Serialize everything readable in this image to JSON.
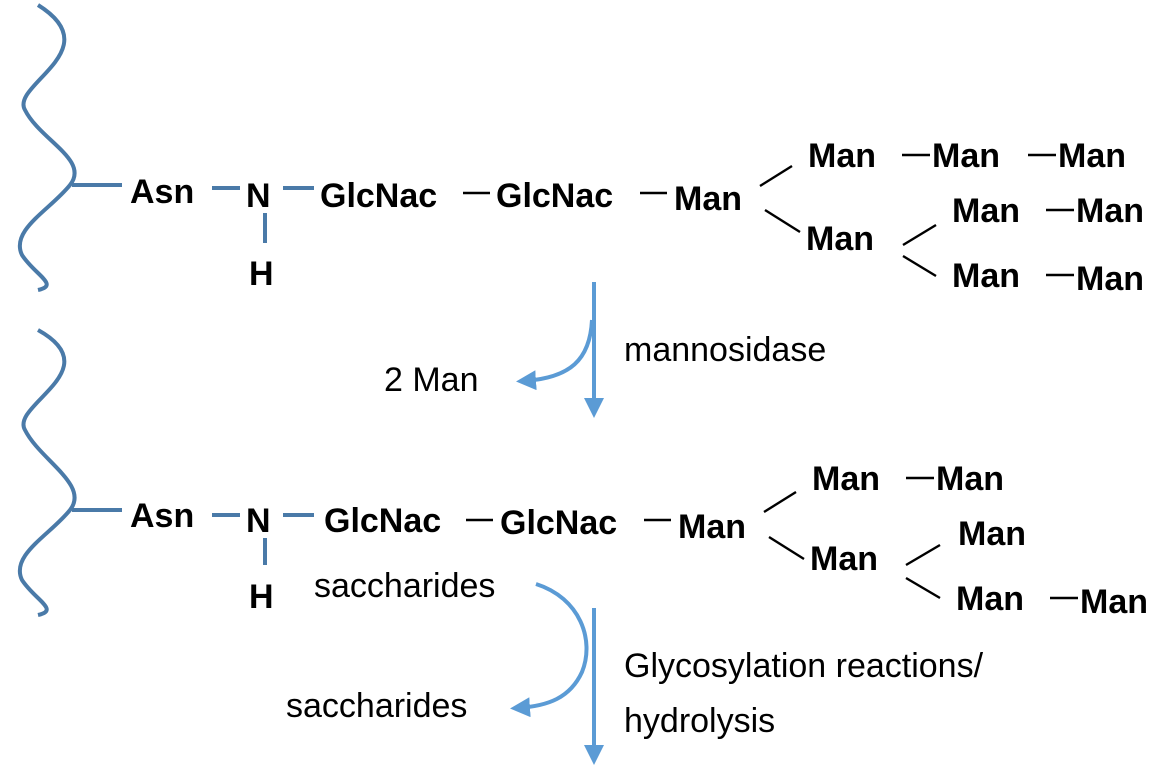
{
  "colors": {
    "protein_backbone": "#4a7aa8",
    "reaction_arrow": "#5b9bd5",
    "text": "#000000"
  },
  "structure_1": {
    "asn": "Asn",
    "n": "N",
    "h": "H",
    "glcnac_1": "GlcNac",
    "glcnac_2": "GlcNac",
    "man_core": "Man",
    "upper_branch": [
      "Man",
      "Man",
      "Man"
    ],
    "man_branch": "Man",
    "branch_upper": [
      "Man",
      "Man"
    ],
    "branch_lower": [
      "Man",
      "Man"
    ]
  },
  "step_1": {
    "enzyme": "mannosidase",
    "released": "2 Man"
  },
  "structure_2": {
    "asn": "Asn",
    "n": "N",
    "h": "H",
    "glcnac_1": "GlcNac",
    "glcnac_2": "GlcNac",
    "man_core": "Man",
    "upper_branch": [
      "Man",
      "Man"
    ],
    "man_branch": "Man",
    "branch_upper": [
      "Man"
    ],
    "branch_lower": [
      "Man",
      "Man"
    ]
  },
  "step_2": {
    "input": "saccharides",
    "output": "saccharides",
    "label_line_1": "Glycosylation reactions/",
    "label_line_2": "hydrolysis"
  }
}
